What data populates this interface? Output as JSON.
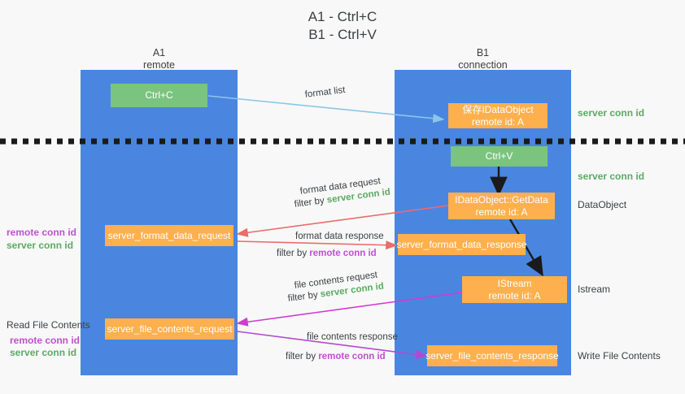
{
  "title": {
    "line1": "A1 - Ctrl+C",
    "line2": "B1 - Ctrl+V"
  },
  "columns": [
    {
      "name": "A1",
      "sub": "remote"
    },
    {
      "name": "B1",
      "sub": "connection"
    }
  ],
  "colors": {
    "lane": "#4a86e0",
    "green_node": "#7bc47f",
    "orange_node": "#fdb04d",
    "server_conn_id": "#5aab62",
    "remote_conn_id": "#c050d0",
    "arrow_blue": "#8ec5e8",
    "arrow_red": "#ec6b6b",
    "arrow_magenta": "#d23ad2",
    "arrow_purple": "#b14ad2",
    "arrow_black": "#1a1a1a",
    "divider": "#1a1a1a"
  },
  "nodes": {
    "ctrl_c": {
      "label": "Ctrl+C"
    },
    "ctrl_v": {
      "label": "Ctrl+V"
    },
    "save_dataobject": {
      "line1": "保存IDataObject",
      "line2": "remote id: A"
    },
    "getdata": {
      "line1": "IDataObject::GetData",
      "line2": "remote id: A"
    },
    "istream": {
      "line1": "IStream",
      "line2": "remote id: A"
    },
    "format_data_request": {
      "label": "server_format_data_request"
    },
    "format_data_response": {
      "label": "server_format_data_response"
    },
    "file_contents_request": {
      "label": "server_file_contents_request"
    },
    "file_contents_response": {
      "label": "server_file_contents_response"
    }
  },
  "side_labels": {
    "server_conn_id_top": "server conn id",
    "server_conn_id_mid": "server conn id",
    "dataobject": "DataObject",
    "istream": "Istream",
    "write_file_contents": "Write File Contents",
    "read_file_contents": "Read File Contents",
    "remote_conn_id": "remote conn id",
    "server_conn_id": "server conn id"
  },
  "arrow_labels": {
    "format_list": "format list",
    "format_data_request": "format data request",
    "format_data_request_filter_prefix": "filter by ",
    "format_data_request_filter_value": "server conn id",
    "format_data_response": "format data response",
    "format_data_response_filter_prefix": "filter by ",
    "format_data_response_filter_value": "remote conn id",
    "file_contents_request": "file contents request",
    "file_contents_request_filter_prefix": "filter by ",
    "file_contents_request_filter_value": "server conn id",
    "file_contents_response": "file contents response",
    "file_contents_response_filter_prefix": "filter by ",
    "file_contents_response_filter_value": "remote conn id"
  }
}
